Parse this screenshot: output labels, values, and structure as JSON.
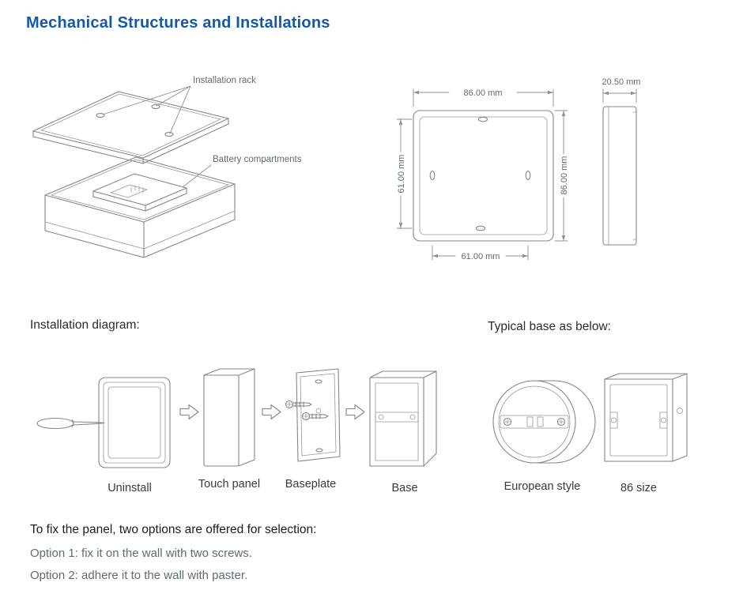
{
  "colors": {
    "title_blue": "#1658a8",
    "line_gray": "#868686",
    "muted_text": "#5f6b74"
  },
  "page": {
    "title": "Mechanical Structures and Installations"
  },
  "exploded_view": {
    "rack_label": "Installation rack",
    "battery_label": "Battery compartments"
  },
  "front_view": {
    "width_top": "86.00 mm",
    "height_right": "86.00 mm",
    "hole_spacing_left": "61.00 mm",
    "hole_spacing_bottom": "61.00 mm"
  },
  "side_view": {
    "depth": "20.50 mm"
  },
  "installation": {
    "heading": "Installation diagram:",
    "steps": [
      {
        "caption": "Uninstall"
      },
      {
        "caption": "Touch panel"
      },
      {
        "caption": "Baseplate"
      },
      {
        "caption": "Base"
      }
    ]
  },
  "typical_base": {
    "heading": "Typical base as below:",
    "items": [
      {
        "caption": "European style"
      },
      {
        "caption": "86 size"
      }
    ]
  },
  "footer": {
    "intro": "To fix the panel, two options are offered for selection:",
    "options": [
      "Option 1: fix it on the wall with two screws.",
      "Option 2: adhere it to the wall with paster."
    ]
  }
}
